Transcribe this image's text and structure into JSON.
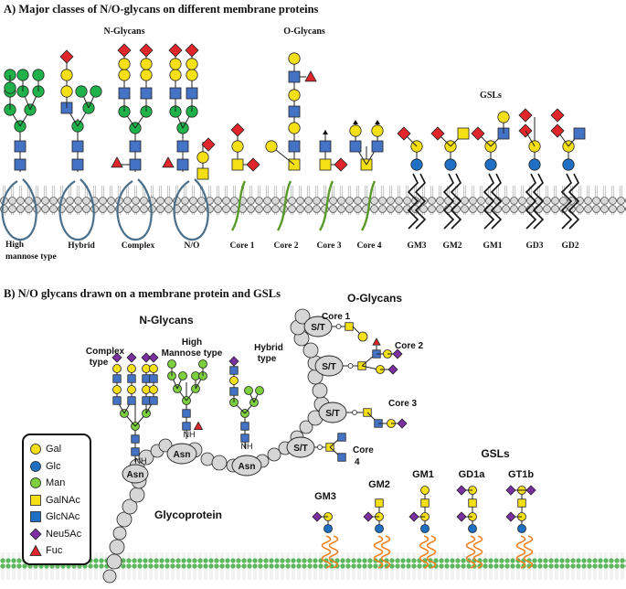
{
  "panelA": {
    "title": "A) Major classes of N/O-glycans on different membrane proteins",
    "nglycans_heading": "N-Glycans",
    "oglycans_heading": "O-Glycans",
    "gsls_heading": "GSLs",
    "labels": {
      "high_mannose_1": "High",
      "high_mannose_2": "mannose type",
      "hybrid": "Hybrid",
      "complex": "Complex",
      "no": "N/O",
      "core1": "Core 1",
      "core2": "Core 2",
      "core3": "Core 3",
      "core4": "Core 4",
      "gm3": "GM3",
      "gm2": "GM2",
      "gm1": "GM1",
      "gd3": "GD3",
      "gd2": "GD2"
    }
  },
  "panelB": {
    "title": "B) N/O glycans drawn on a membrane protein and GSLs",
    "nglycans_heading": "N-Glycans",
    "oglycans_heading": "O-Glycans",
    "gsls_heading": "GSLs",
    "glycoprotein": "Glycoprotein",
    "complex_1": "Complex",
    "complex_2": "type",
    "highman_1": "High",
    "highman_2": "Mannose type",
    "hybrid_1": "Hybrid",
    "hybrid_2": "type",
    "core1": "Core 1",
    "core2": "Core 2",
    "core3": "Core 3",
    "core4_1": "Core",
    "core4_2": "4",
    "asn": "Asn",
    "st": "S/T",
    "nh": "NH",
    "gm3": "GM3",
    "gm2": "GM2",
    "gm1": "GM1",
    "gd1a": "GD1a",
    "gt1b": "GT1b"
  },
  "legend": [
    {
      "label": "Gal",
      "icon": "yellow-circle",
      "color": "#f5e015"
    },
    {
      "label": "Glc",
      "icon": "blue-circle",
      "color": "#1f6fc4"
    },
    {
      "label": "Man",
      "icon": "green-circle",
      "color": "#7ccf3e"
    },
    {
      "label": "GalNAc",
      "icon": "yellow-square",
      "color": "#f5e015"
    },
    {
      "label": "GlcNAc",
      "icon": "blue-square",
      "color": "#1f6fc4"
    },
    {
      "label": "Neu5Ac",
      "icon": "purple-diamond",
      "color": "#7b2fa0"
    },
    {
      "label": "Fuc",
      "icon": "red-triangle",
      "color": "#e0262a"
    }
  ],
  "colors": {
    "gal": "#f5e015",
    "glc": "#1f6fc4",
    "man_a": "#1fb24a",
    "man_b": "#7ccf3e",
    "glcnac": "#4472c4",
    "neu5ac_a": "#e0262a",
    "neu5ac_b": "#7b2fa0",
    "fuc": "#e0262a",
    "protein_a": "#4a6f8a",
    "protein_o": "#5a9a2a",
    "lipid_b": "#f08020",
    "membrane_b": "#5cb85c"
  }
}
